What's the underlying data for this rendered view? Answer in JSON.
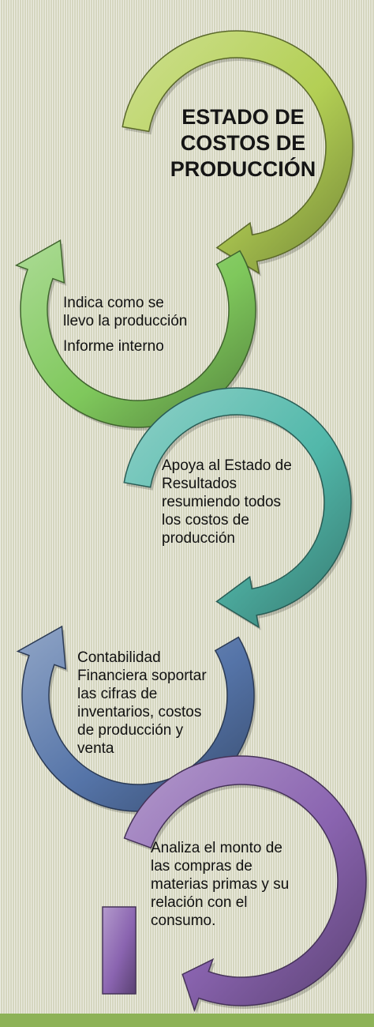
{
  "diagram": {
    "title_lines": [
      "ESTADO DE",
      "COSTOS DE",
      "PRODUCCIÓN"
    ],
    "steps": [
      {
        "color": "#7fc85c",
        "lines": [
          "Indica como se",
          "llevo la producción"
        ],
        "extra": "Informe interno"
      },
      {
        "color": "#52b8aa",
        "lines": [
          "Apoya al Estado de",
          "Resultados",
          "resumiendo todos",
          "los costos de",
          "producción"
        ]
      },
      {
        "color": "#5574a8",
        "lines": [
          "Contabilidad",
          "Financiera soportar",
          "las cifras de",
          "inventarios, costos",
          "de producción y",
          "venta"
        ]
      },
      {
        "color": "#8a64b0",
        "lines": [
          "Analiza el monto de",
          "las compras de",
          "materias primas y su",
          "relación con el",
          "consumo."
        ]
      }
    ],
    "title_color": "#b3cf54",
    "bar_color": "#8db257"
  }
}
